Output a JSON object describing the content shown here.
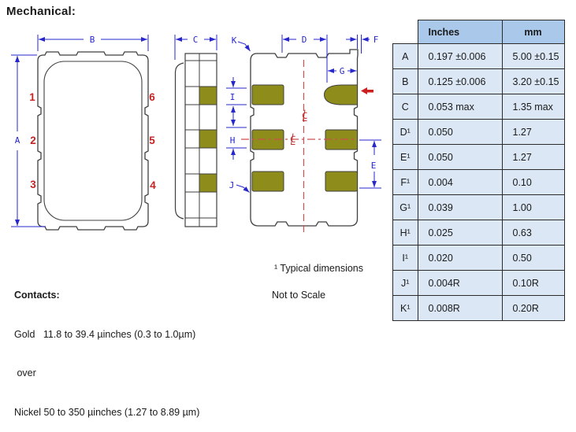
{
  "title": "Mechanical:",
  "drawings": {
    "front_view": {
      "pins": [
        "1",
        "2",
        "3",
        "4",
        "5",
        "6"
      ],
      "dim_labels": {
        "A": "A",
        "B": "B"
      }
    },
    "side_view": {
      "dim_labels": {
        "C": "C"
      }
    },
    "bottom_view": {
      "dim_labels": {
        "D": "D",
        "E": "E",
        "F": "F",
        "G": "G",
        "H": "H",
        "I": "I",
        "J": "J",
        "K": "K"
      }
    }
  },
  "icons": {
    "centerline_icon": "℄",
    "pin1_marker_icon": "left-arrow"
  },
  "colors": {
    "dimension_blue": "#2727cc",
    "label_red": "#c42424",
    "centerline_red": "#d05050",
    "pad_olive": "#8e8c1b",
    "outline_gray": "#3f3f3f",
    "table_header_bg": "#aac8ea",
    "table_cell_bg": "#dbe7f5"
  },
  "table": {
    "headers": {
      "inches": "Inches",
      "mm": "mm"
    },
    "rows": [
      {
        "dim": "A",
        "inches": "0.197 ±0.006",
        "mm": "5.00 ±0.15"
      },
      {
        "dim": "B",
        "inches": "0.125 ±0.006",
        "mm": "3.20 ±0.15"
      },
      {
        "dim": "C",
        "inches": "0.053 max",
        "mm": "1.35 max"
      },
      {
        "dim": "D¹",
        "inches": "0.050",
        "mm": "1.27"
      },
      {
        "dim": "E¹",
        "inches": "0.050",
        "mm": "1.27"
      },
      {
        "dim": "F¹",
        "inches": "0.004",
        "mm": "0.10"
      },
      {
        "dim": "G¹",
        "inches": "0.039",
        "mm": "1.00"
      },
      {
        "dim": "H¹",
        "inches": "0.025",
        "mm": "0.63"
      },
      {
        "dim": "I¹",
        "inches": "0.020",
        "mm": "0.50"
      },
      {
        "dim": "J¹",
        "inches": "0.004R",
        "mm": "0.10R"
      },
      {
        "dim": "K¹",
        "inches": "0.008R",
        "mm": "0.20R"
      }
    ]
  },
  "notes": {
    "contacts_title": "Contacts:",
    "gold_line": "Gold   11.8 to 39.4 µinches (0.3 to 1.0µm)",
    "over_line": " over",
    "nickel_line": "Nickel 50 to 350 µinches (1.27 to 8.89 µm)",
    "typical": "¹ Typical dimensions",
    "scale": "Not to Scale"
  }
}
